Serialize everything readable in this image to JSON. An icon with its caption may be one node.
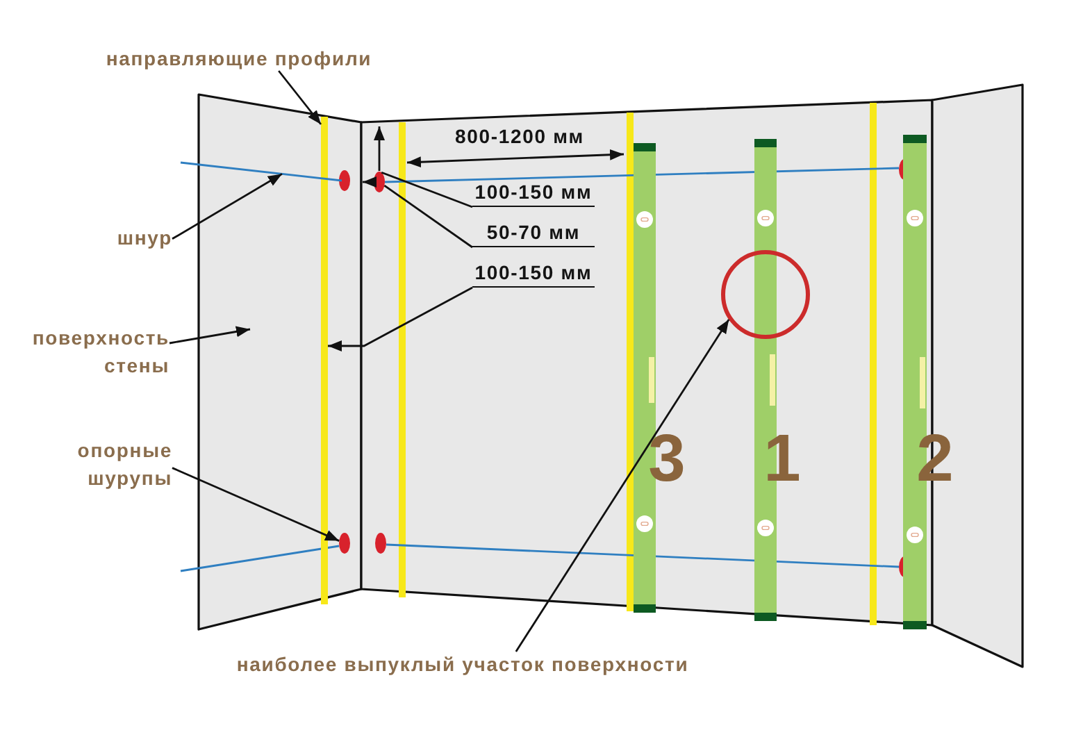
{
  "diagram": {
    "nodes": [
      {
        "text": [
          "направляющие профили"
        ]
      },
      {
        "text": [],
        "shape": "bar"
      },
      {
        "text": [
          "100-150 мм"
        ]
      },
      {
        "text": [
          "50-70 мм"
        ]
      },
      {
        "text": [],
        "shape": "ellipse"
      },
      {
        "text": [
          "шнур"
        ]
      },
      {
        "text": [],
        "shape": "line"
      },
      {
        "text": [
          "100-150 мм"
        ]
      },
      {
        "text": [],
        "shape": "circle"
      },
      {
        "text": [
          "поверхность стены"
        ]
      },
      {
        "text": [
          "опорные шурупы"
        ]
      },
      {
        "text": [],
        "shape": "ellipse"
      },
      {
        "text": [
          "наиболее выпуклый участок поверхности"
        ]
      }
    ],
    "edges": [
      {
        "from": 0,
        "to": 1,
        "arrow": "to"
      },
      {
        "from": 2,
        "to": 4,
        "arrow": "none"
      },
      {
        "from": 3,
        "to": 4,
        "arrow": "none"
      },
      {
        "from": 5,
        "to": 6,
        "arrow": "to"
      },
      {
        "from": 7,
        "to": 1,
        "arrow": "to"
      },
      {
        "from": 9,
        "to": null,
        "arrow": "to"
      },
      {
        "from": 10,
        "to": 11,
        "arrow": "to"
      },
      {
        "from": 12,
        "to": 8,
        "arrow": "to"
      }
    ],
    "labels": [
      "800-1200 мм",
      "3",
      "1",
      "2"
    ]
  }
}
